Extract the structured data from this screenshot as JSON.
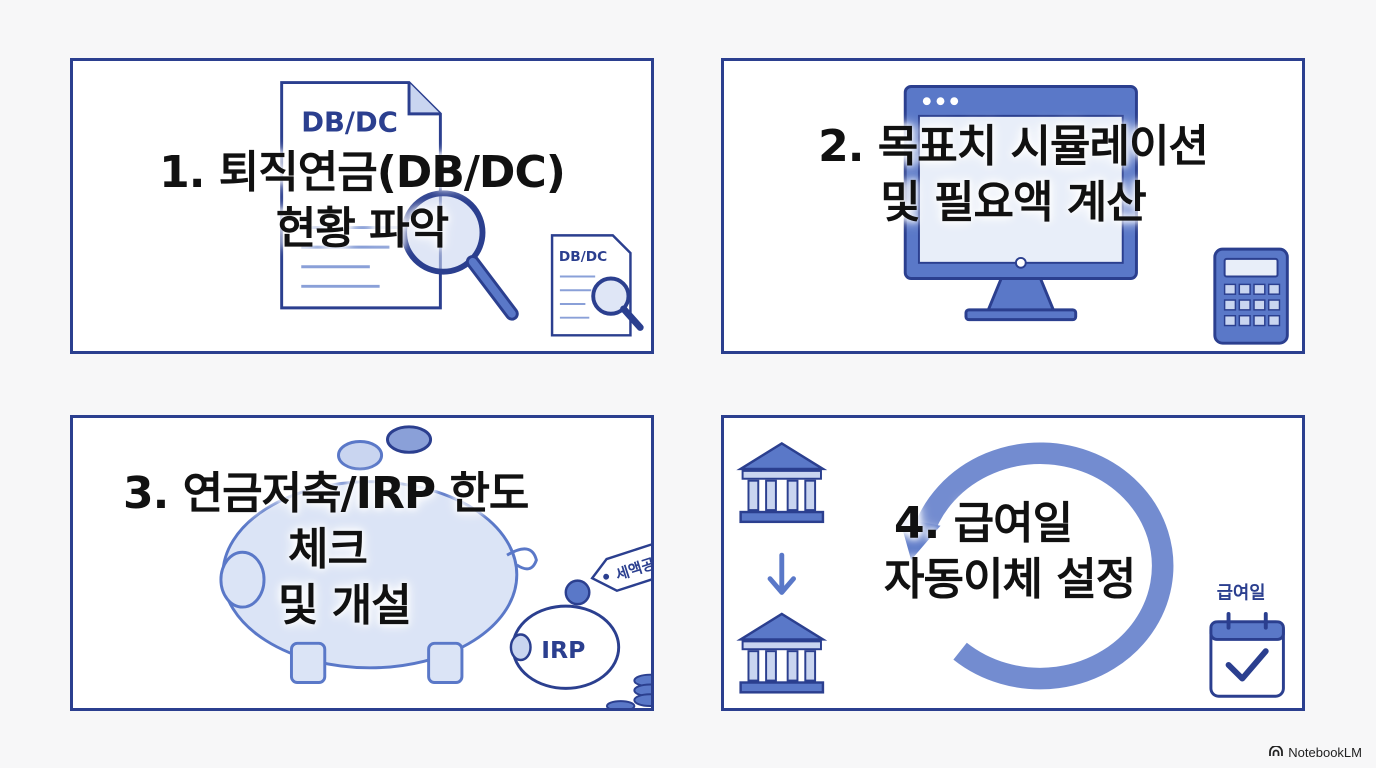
{
  "panels": [
    {
      "title_lines": [
        "1. 퇴직연금(DB/DC)",
        "현황 파악"
      ],
      "doc_label": "DB/DC",
      "small_doc_label": "DB/DC"
    },
    {
      "title_lines": [
        "2. 목표치 시뮬레이션",
        "및 필요액 계산"
      ]
    },
    {
      "title_lines": [
        "3. 연금저축/IRP 한도",
        "체크",
        "및 개설"
      ],
      "tag_label": "세액공제",
      "piggy_label": "IRP"
    },
    {
      "title_lines": [
        "4. 급여일",
        "자동이체 설정"
      ],
      "calendar_label": "급여일"
    }
  ],
  "icons": {
    "panel1": [
      "document-icon",
      "magnifier-icon"
    ],
    "panel2": [
      "monitor-icon",
      "calculator-icon"
    ],
    "panel3": [
      "piggy-bank-icon",
      "coin-icon",
      "tag-icon"
    ],
    "panel4": [
      "bank-icon",
      "arrow-down-icon",
      "cycle-arrow-icon",
      "calendar-check-icon"
    ]
  },
  "colors": {
    "accent": "#2b3f8f",
    "fill": "#5a78c8",
    "light_fill": "#c9d5f0"
  },
  "brand": "NotebookLM"
}
